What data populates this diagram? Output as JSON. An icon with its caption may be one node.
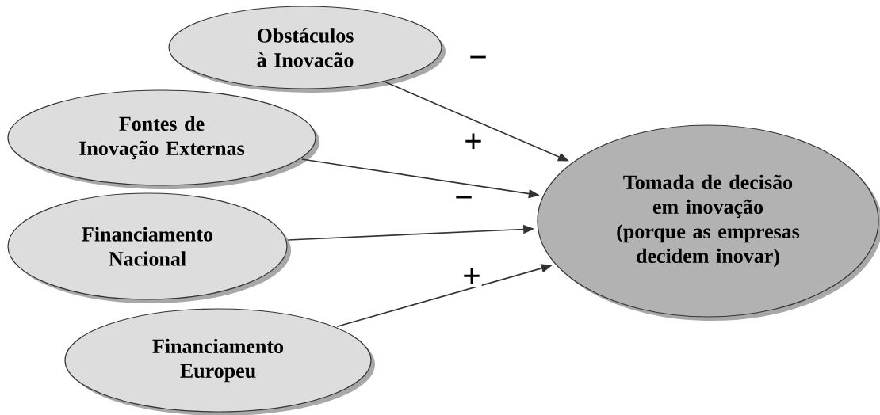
{
  "diagram": {
    "nodes": [
      {
        "text": [
          "Obstáculos à Inovacão"
        ]
      },
      {
        "text": [
          "Fontes de Inovação Externas"
        ]
      },
      {
        "text": [
          "Financiamento Nacional"
        ]
      },
      {
        "text": [
          "Financiamento Europeu"
        ]
      },
      {
        "text": [
          "Tomada de decisão em inovação (porque as empresas decidem inovar)"
        ]
      }
    ],
    "edges": [
      {
        "from": 0,
        "to": 4,
        "arrow": "to",
        "label": "−"
      },
      {
        "from": 1,
        "to": 4,
        "arrow": "to",
        "label": "+"
      },
      {
        "from": 2,
        "to": 4,
        "arrow": "to",
        "label": "−"
      },
      {
        "from": 3,
        "to": 4,
        "arrow": "to",
        "label": "+"
      }
    ]
  }
}
